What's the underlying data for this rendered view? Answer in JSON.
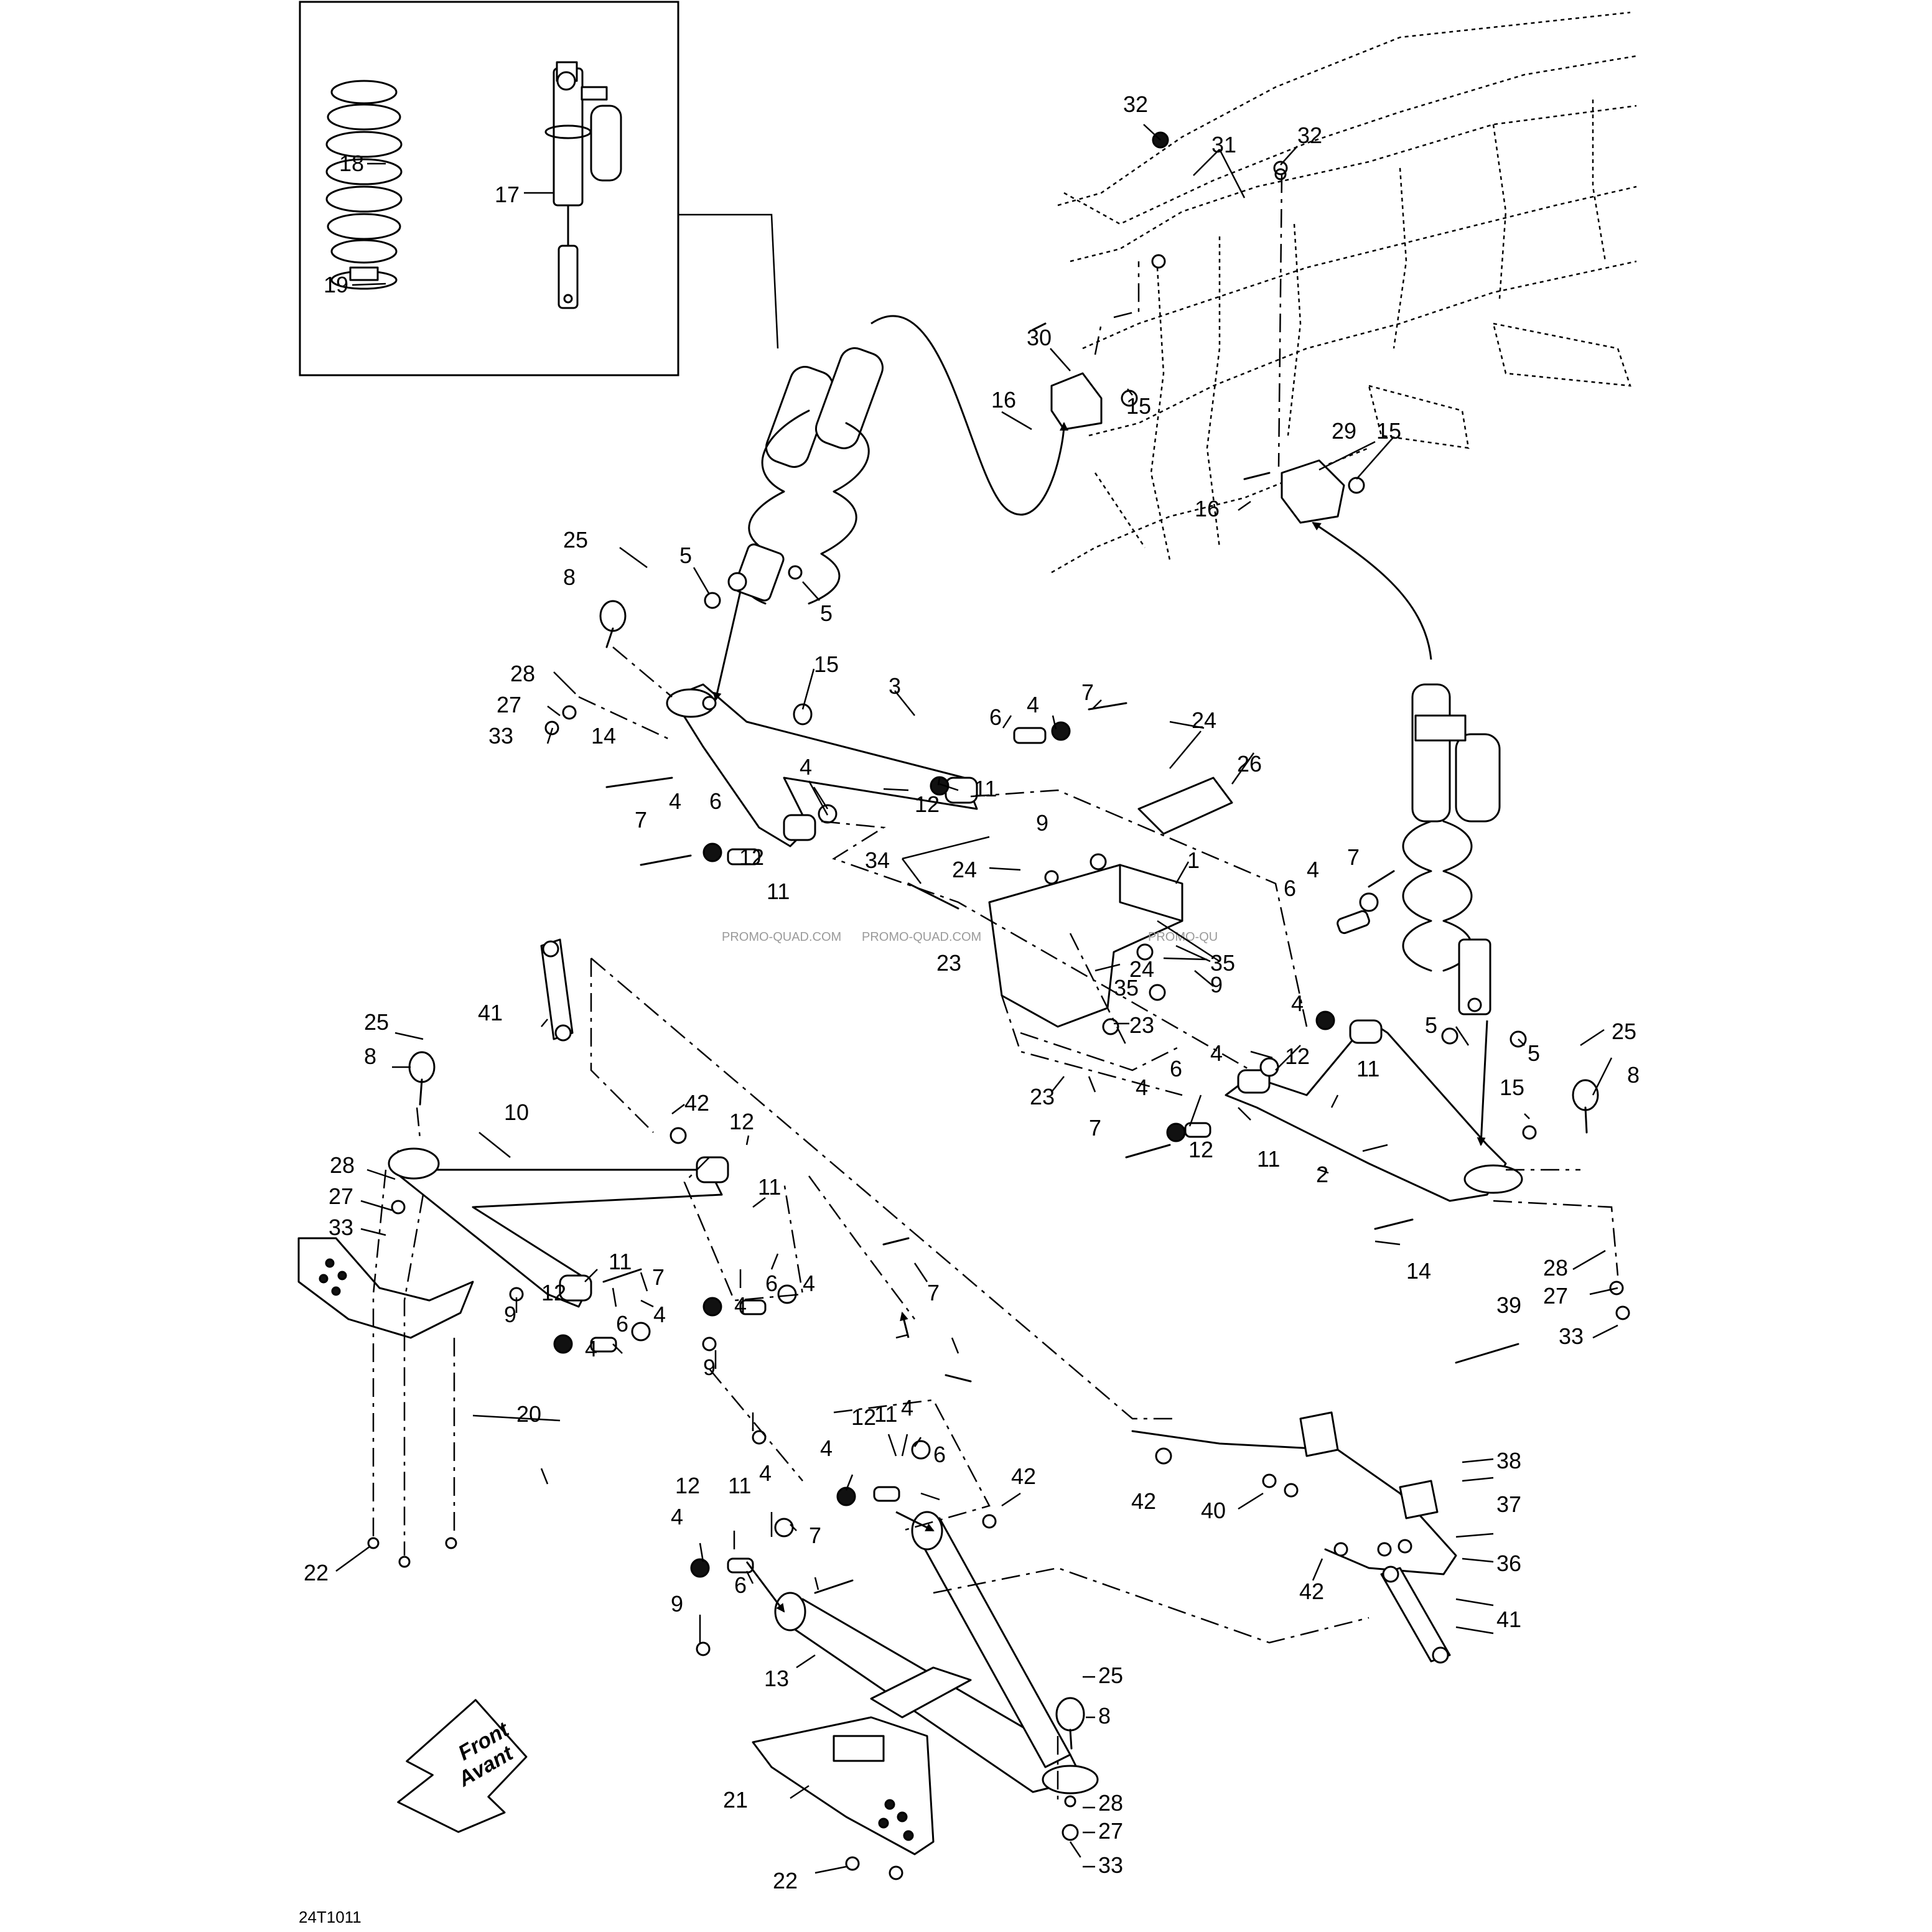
{
  "diagram": {
    "drawing_code": "24T1011",
    "watermark": [
      "PROMO-QUAD.COM",
      "PROMO-QUAD.COM",
      "PROMO-QU"
    ],
    "direction_label": [
      "Front",
      "Avant"
    ],
    "callouts": {
      "c1": "1",
      "c2": "2",
      "c3": "3",
      "c4": "4",
      "c5": "5",
      "c6": "6",
      "c7": "7",
      "c8": "8",
      "c9": "9",
      "c10": "10",
      "c11": "11",
      "c12": "12",
      "c13": "13",
      "c14": "14",
      "c15": "15",
      "c16": "16",
      "c17": "17",
      "c18": "18",
      "c19": "19",
      "c20": "20",
      "c21": "21",
      "c22": "22",
      "c23": "23",
      "c24": "24",
      "c25": "25",
      "c26": "26",
      "c27": "27",
      "c28": "28",
      "c29": "29",
      "c30": "30",
      "c31": "31",
      "c32": "32",
      "c33": "33",
      "c34": "34",
      "c35": "35",
      "c36": "36",
      "c37": "37",
      "c38": "38",
      "c39": "39",
      "c40": "40",
      "c41": "41",
      "c42": "42"
    }
  }
}
